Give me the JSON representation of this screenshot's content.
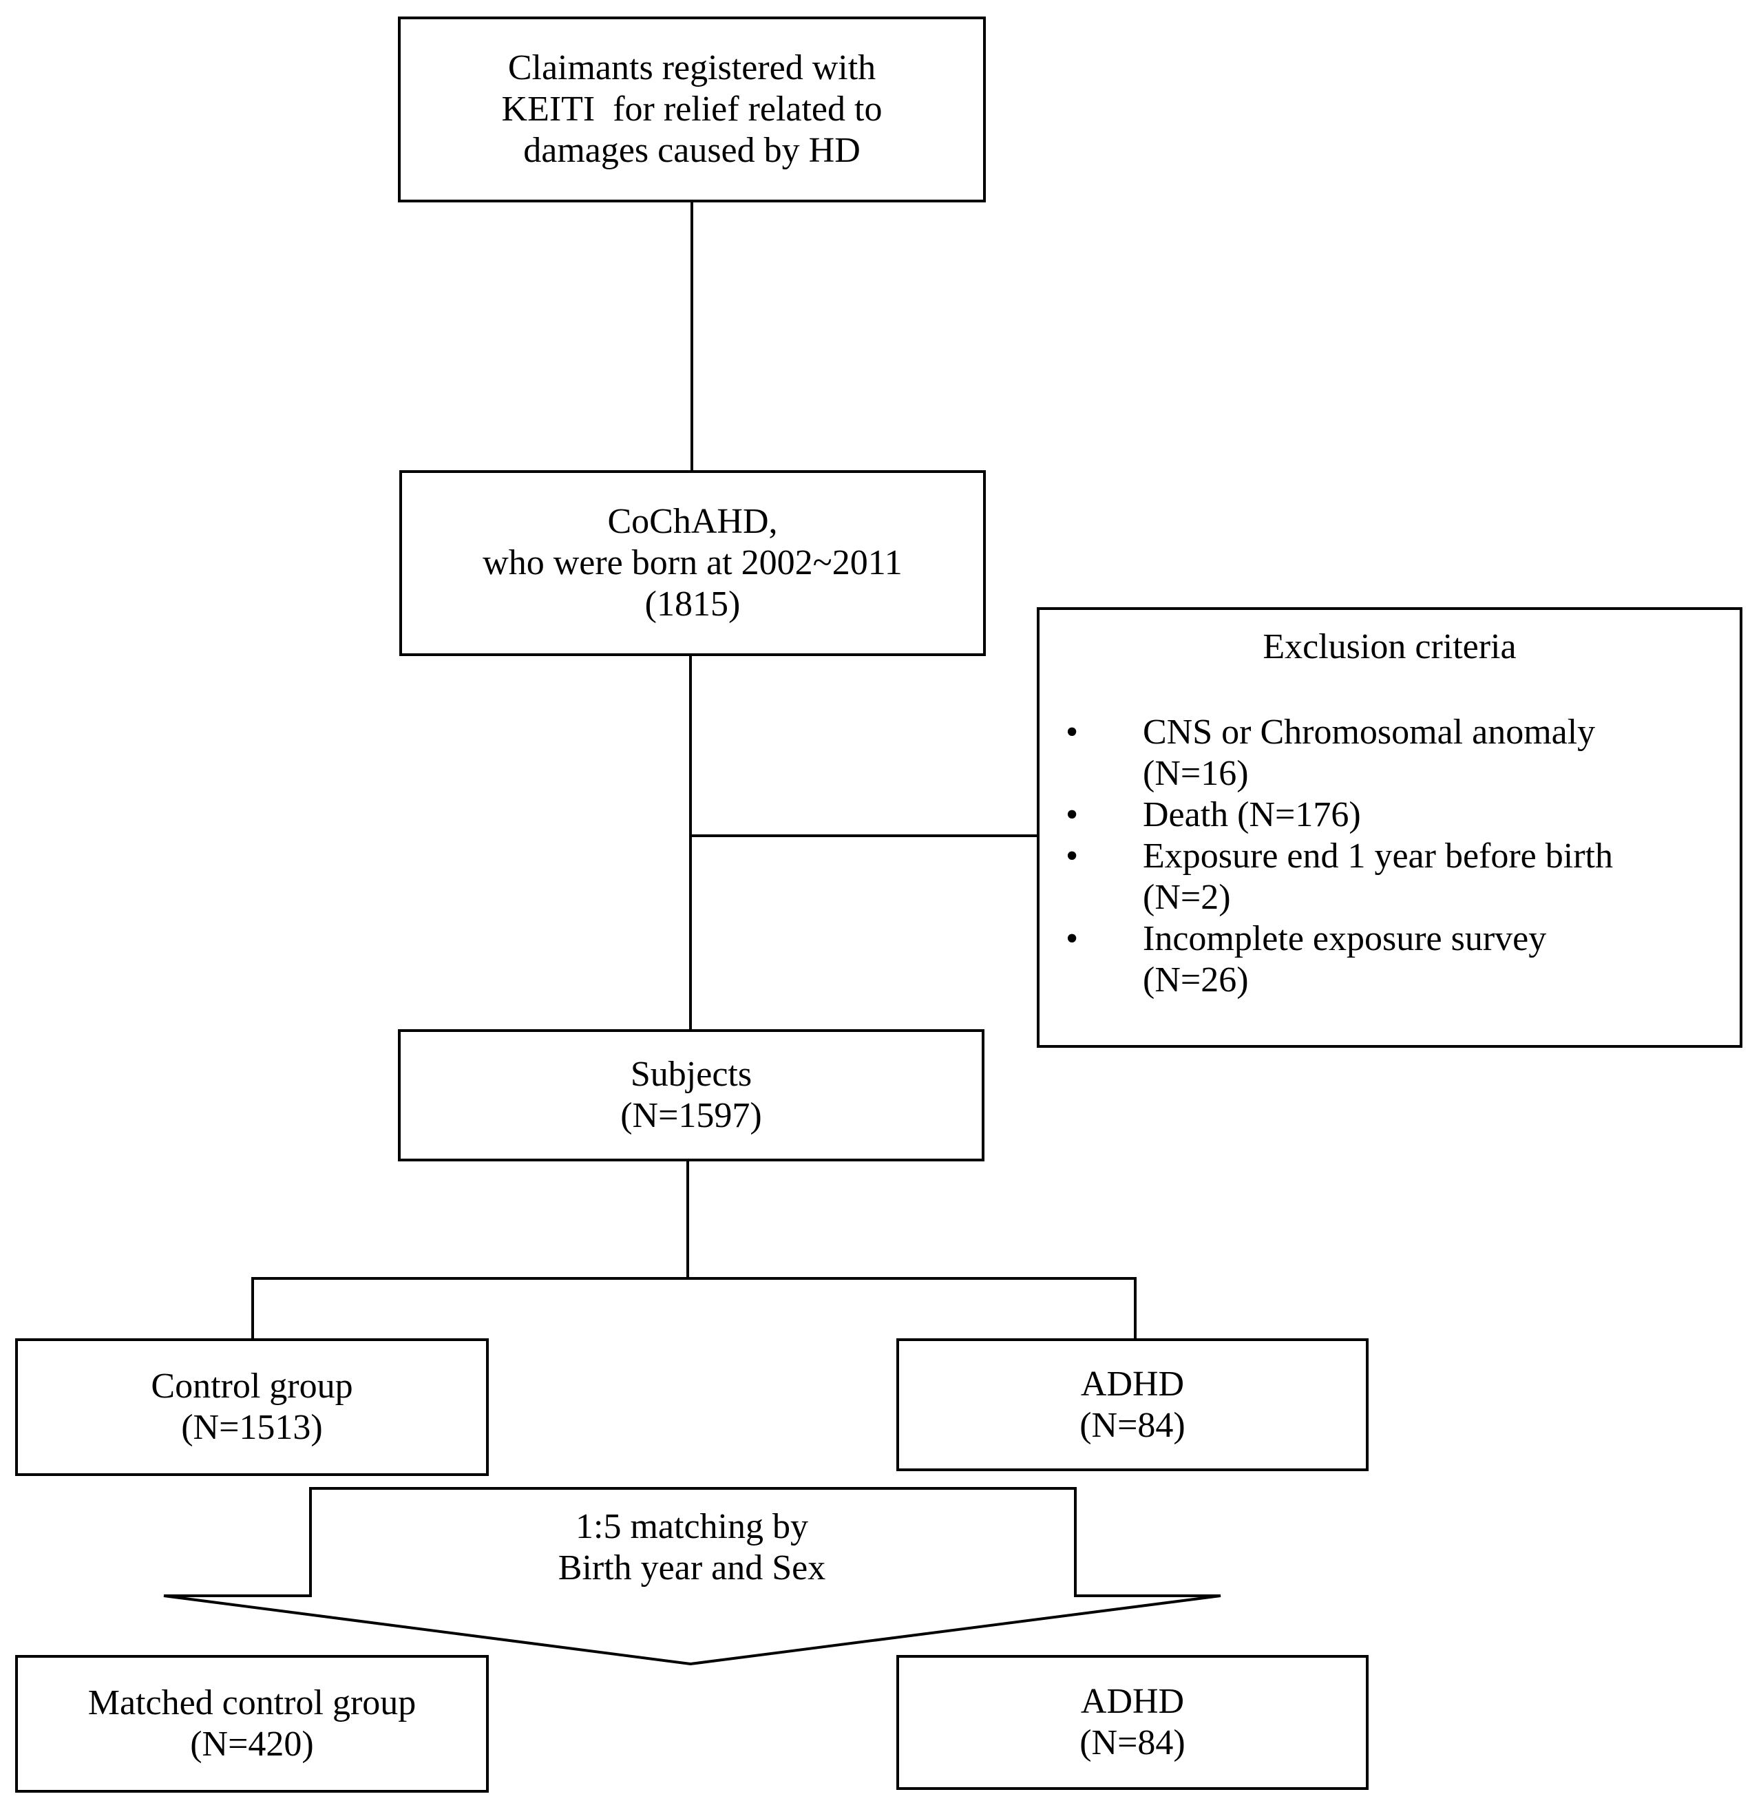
{
  "boxes": {
    "claimants": [
      "Claimants registered with",
      "KEITI  for relief related to",
      "damages caused by HD"
    ],
    "cochahd": [
      "CoChAHD,",
      "who were born at 2002~2011",
      "(1815)"
    ],
    "subjects": [
      "Subjects",
      "(N=1597)"
    ],
    "control": [
      "Control group",
      "(N=1513)"
    ],
    "adhd_top": [
      "ADHD",
      "(N=84)"
    ],
    "matched_control": [
      "Matched control group",
      "(N=420)"
    ],
    "adhd_bottom": [
      "ADHD",
      "(N=84)"
    ]
  },
  "exclusion": {
    "title": "Exclusion criteria",
    "bullet": "•",
    "items": [
      [
        "CNS or Chromosomal anomaly",
        "(N=16)"
      ],
      [
        "Death (N=176)"
      ],
      [
        "Exposure end 1 year before birth",
        "(N=2)"
      ],
      [
        "Incomplete exposure survey",
        "(N=26)"
      ]
    ]
  },
  "matching": [
    "1:5 matching by",
    "Birth year and Sex"
  ]
}
